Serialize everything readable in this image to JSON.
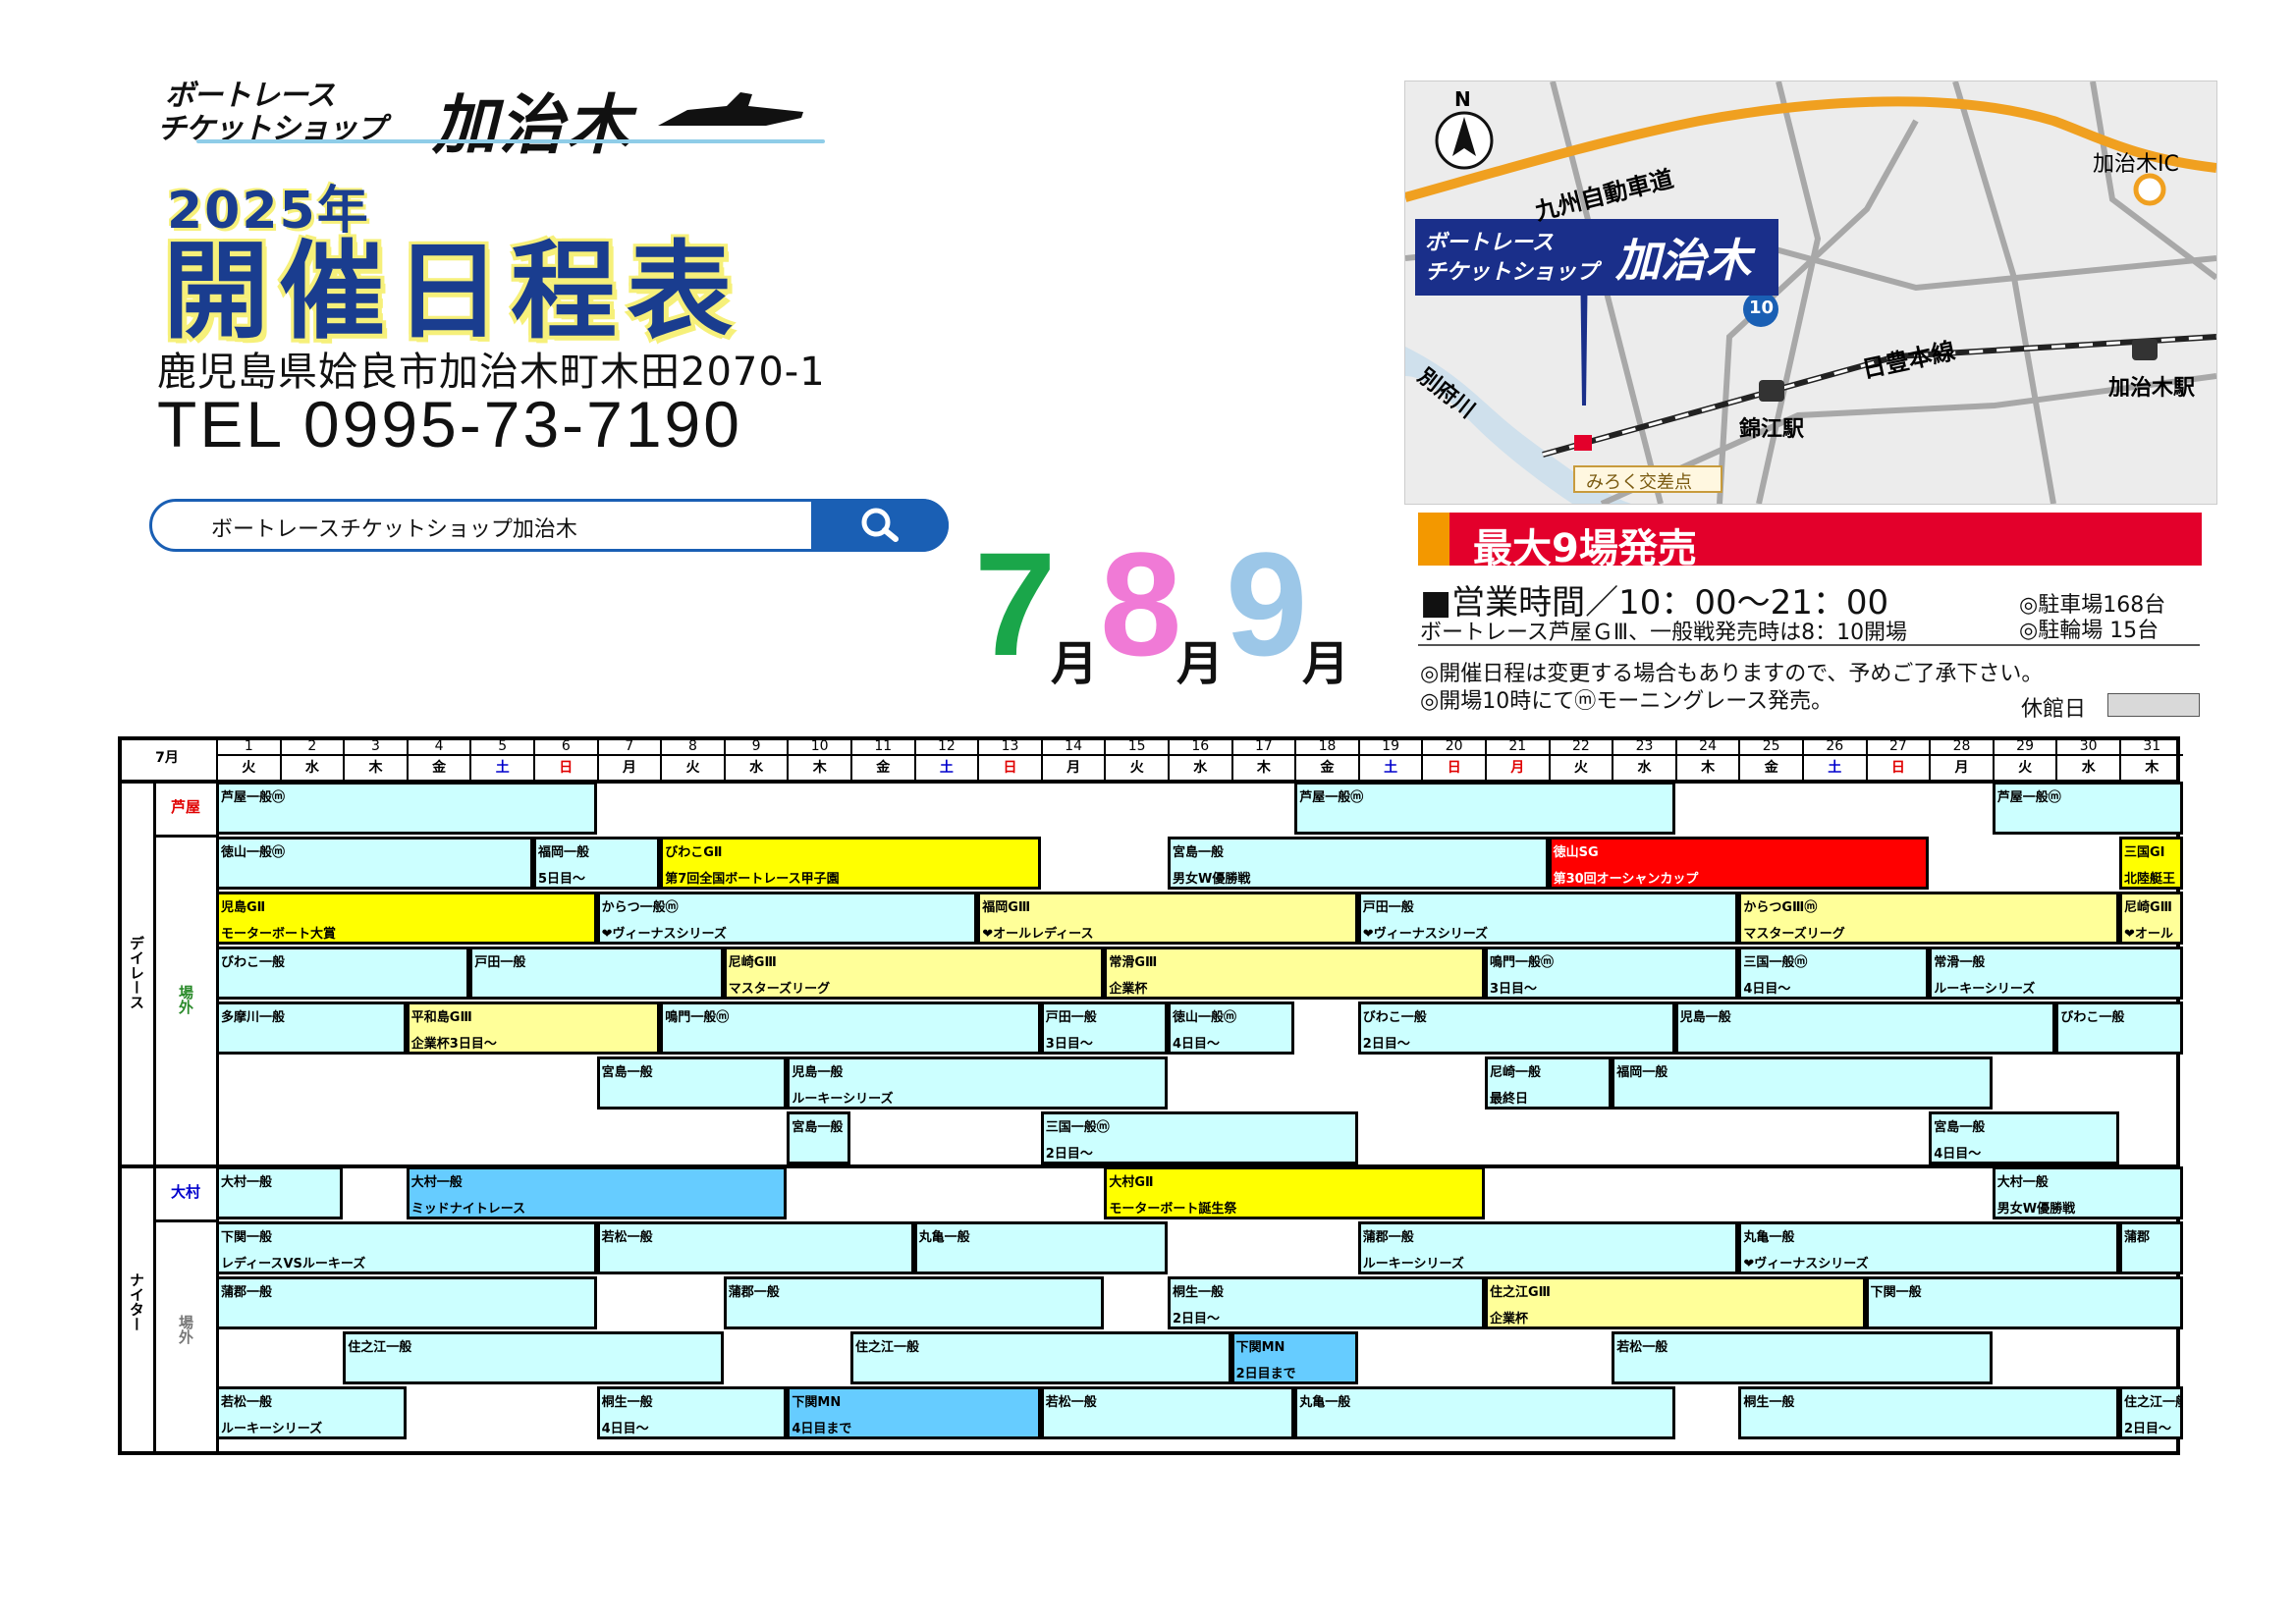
{
  "header": {
    "logo_line1": "ボートレース",
    "logo_line2": "チケットショップ",
    "logo_main": "加治木",
    "year": "2025年",
    "title": "開催日程表",
    "address": "鹿児島県姶良市加治木町木田2070-1",
    "tel": "TEL 0995-73-7190"
  },
  "search": {
    "query": "ボートレースチケットショップ加治木"
  },
  "months": {
    "m1": "7",
    "m2": "8",
    "m3": "9",
    "unit": "月",
    "colors": {
      "m1": "#1aa64a",
      "m2": "#f07ad6",
      "m3": "#9cc7e8"
    }
  },
  "map": {
    "north": "N",
    "highway": "九州自動車道",
    "ic": "加治木IC",
    "route": "10",
    "rail": "日豊本線",
    "river": "別府川",
    "station1": "錦江駅",
    "station2": "加治木駅",
    "crossing": "みろく交差点",
    "shop_line1": "ボートレース",
    "shop_line2": "チケットショップ",
    "shop_main": "加治木"
  },
  "info": {
    "banner": "最大9場発売",
    "hours": "■営業時間／10：00〜21：00",
    "note1": "ボートレース芦屋ＧⅢ、一般戦発売時は8：10開場",
    "parking_car": "◎駐車場168台",
    "parking_bike": "◎駐輪場 15台",
    "note2": "◎開催日程は変更する場合もありますので、予めご了承下さい。",
    "note3": "◎開場10時にてⓜモーニングレース発売。",
    "closed_label": "休館日"
  },
  "schedule": {
    "month_label": "7月",
    "days": [
      "1",
      "2",
      "3",
      "4",
      "5",
      "6",
      "7",
      "8",
      "9",
      "10",
      "11",
      "12",
      "13",
      "14",
      "15",
      "16",
      "17",
      "18",
      "19",
      "20",
      "21",
      "22",
      "23",
      "24",
      "25",
      "26",
      "27",
      "28",
      "29",
      "30",
      "31"
    ],
    "weekdays": [
      "火",
      "水",
      "木",
      "金",
      "土",
      "日",
      "月",
      "火",
      "水",
      "木",
      "金",
      "土",
      "日",
      "月",
      "火",
      "水",
      "木",
      "金",
      "土",
      "日",
      "月",
      "火",
      "水",
      "木",
      "金",
      "土",
      "日",
      "月",
      "火",
      "水",
      "木"
    ],
    "groups": [
      {
        "label": "デイレース",
        "color": "#000000"
      },
      {
        "label": "ナイター",
        "color": "#000000"
      }
    ],
    "sublabels": [
      {
        "label": "芦屋",
        "color": "#e00000"
      },
      {
        "label": "場外",
        "color": "#2a8a2a"
      },
      {
        "label": "大村",
        "color": "#0000cc"
      },
      {
        "label": "場外",
        "color": "#777777"
      }
    ],
    "rows": [
      [
        {
          "s": 1,
          "e": 6,
          "l1": "芦屋一般ⓜ",
          "l2": "",
          "c": "#ccffff"
        },
        {
          "s": 18,
          "e": 23,
          "l1": "芦屋一般ⓜ",
          "l2": "",
          "c": "#ccffff"
        },
        {
          "s": 29,
          "e": 31,
          "l1": "芦屋一般ⓜ",
          "l2": "",
          "c": "#ccffff"
        }
      ],
      [
        {
          "s": 1,
          "e": 5,
          "l1": "徳山一般ⓜ",
          "l2": "",
          "c": "#ccffff"
        },
        {
          "s": 6,
          "e": 7,
          "l1": "福岡一般",
          "l2": "5日目〜",
          "c": "#ccffff"
        },
        {
          "s": 8,
          "e": 13,
          "l1": "びわこGⅡ",
          "l2": "第7回全国ボートレース甲子園",
          "c": "#ffff00"
        },
        {
          "s": 16,
          "e": 21,
          "l1": "宮島一般",
          "l2": "男女W優勝戦",
          "c": "#ccffff"
        },
        {
          "s": 22,
          "e": 27,
          "l1": "徳山SG",
          "l2": "第30回オーシャンカップ",
          "c": "#ff0000",
          "fc": "#ffffff"
        },
        {
          "s": 31,
          "e": 31,
          "l1": "三国GⅠ",
          "l2": "北陸艇王",
          "c": "#ffff00"
        }
      ],
      [
        {
          "s": 1,
          "e": 6,
          "l1": "児島GⅡ",
          "l2": "モーターボート大賞",
          "c": "#ffff00"
        },
        {
          "s": 7,
          "e": 12,
          "l1": "からつ一般ⓜ",
          "l2": "❤ヴィーナスシリーズ",
          "c": "#ccffff"
        },
        {
          "s": 13,
          "e": 18,
          "l1": "福岡GⅢ",
          "l2": "❤オールレディース",
          "c": "#ffff99"
        },
        {
          "s": 19,
          "e": 24,
          "l1": "戸田一般",
          "l2": "❤ヴィーナスシリーズ",
          "c": "#ccffff"
        },
        {
          "s": 25,
          "e": 30,
          "l1": "からつGⅢⓜ",
          "l2": "マスターズリーグ",
          "c": "#ffff99"
        },
        {
          "s": 31,
          "e": 31,
          "l1": "尼崎GⅢ",
          "l2": "❤オール",
          "c": "#ffff99"
        }
      ],
      [
        {
          "s": 1,
          "e": 4,
          "l1": "びわこ一般",
          "l2": "",
          "c": "#ccffff"
        },
        {
          "s": 5,
          "e": 8,
          "l1": "戸田一般",
          "l2": "",
          "c": "#ccffff"
        },
        {
          "s": 9,
          "e": 14,
          "l1": "尼崎GⅢ",
          "l2": "マスターズリーグ",
          "c": "#ffff99"
        },
        {
          "s": 15,
          "e": 20,
          "l1": "常滑GⅢ",
          "l2": "企業杯",
          "c": "#ffff99"
        },
        {
          "s": 21,
          "e": 24,
          "l1": "鳴門一般ⓜ",
          "l2": "3日目〜",
          "c": "#ccffff"
        },
        {
          "s": 25,
          "e": 27,
          "l1": "三国一般ⓜ",
          "l2": "4日目〜",
          "c": "#ccffff"
        },
        {
          "s": 28,
          "e": 31,
          "l1": "常滑一般",
          "l2": "ルーキーシリーズ",
          "c": "#ccffff"
        }
      ],
      [
        {
          "s": 1,
          "e": 3,
          "l1": "多摩川一般",
          "l2": "",
          "c": "#ccffff"
        },
        {
          "s": 4,
          "e": 7,
          "l1": "平和島GⅢ",
          "l2": "企業杯3日目〜",
          "c": "#ffff99"
        },
        {
          "s": 8,
          "e": 13,
          "l1": "鳴門一般ⓜ",
          "l2": "",
          "c": "#ccffff"
        },
        {
          "s": 14,
          "e": 15,
          "l1": "戸田一般",
          "l2": "3日目〜",
          "c": "#ccffff"
        },
        {
          "s": 16,
          "e": 17,
          "l1": "徳山一般ⓜ",
          "l2": "4日目〜",
          "c": "#ccffff"
        },
        {
          "s": 19,
          "e": 23,
          "l1": "びわこ一般",
          "l2": "2日目〜",
          "c": "#ccffff"
        },
        {
          "s": 24,
          "e": 29,
          "l1": "児島一般",
          "l2": "",
          "c": "#ccffff"
        },
        {
          "s": 30,
          "e": 31,
          "l1": "びわこ一般",
          "l2": "",
          "c": "#ccffff"
        }
      ],
      [
        {
          "s": 7,
          "e": 9,
          "l1": "宮島一般",
          "l2": "",
          "c": "#ccffff"
        },
        {
          "s": 10,
          "e": 15,
          "l1": "児島一般",
          "l2": "ルーキーシリーズ",
          "c": "#ccffff"
        },
        {
          "s": 21,
          "e": 22,
          "l1": "尼崎一般",
          "l2": "最終日",
          "c": "#ccffff"
        },
        {
          "s": 23,
          "e": 28,
          "l1": "福岡一般",
          "l2": "",
          "c": "#ccffff"
        }
      ],
      [
        {
          "s": 10,
          "e": 10,
          "l1": "宮島一般",
          "l2": "",
          "c": "#ccffff"
        },
        {
          "s": 14,
          "e": 18,
          "l1": "三国一般ⓜ",
          "l2": "2日目〜",
          "c": "#ccffff"
        },
        {
          "s": 28,
          "e": 30,
          "l1": "宮島一般",
          "l2": "4日目〜",
          "c": "#ccffff"
        }
      ],
      [
        {
          "s": 1,
          "e": 2,
          "l1": "大村一般",
          "l2": "",
          "c": "#ccffff"
        },
        {
          "s": 4,
          "e": 9,
          "l1": "大村一般",
          "l2": "ミッドナイトレース",
          "c": "#66ccff"
        },
        {
          "s": 15,
          "e": 20,
          "l1": "大村GⅡ",
          "l2": "モーターボート誕生祭",
          "c": "#ffff00"
        },
        {
          "s": 29,
          "e": 31,
          "l1": "大村一般",
          "l2": "男女W優勝戦",
          "c": "#ccffff"
        }
      ],
      [
        {
          "s": 1,
          "e": 6,
          "l1": "下関一般",
          "l2": "レディースVSルーキーズ",
          "c": "#ccffff"
        },
        {
          "s": 7,
          "e": 11,
          "l1": "若松一般",
          "l2": "",
          "c": "#ccffff"
        },
        {
          "s": 12,
          "e": 15,
          "l1": "丸亀一般",
          "l2": "",
          "c": "#ccffff"
        },
        {
          "s": 19,
          "e": 24,
          "l1": "蒲郡一般",
          "l2": "ルーキーシリーズ",
          "c": "#ccffff"
        },
        {
          "s": 25,
          "e": 30,
          "l1": "丸亀一般",
          "l2": "❤ヴィーナスシリーズ",
          "c": "#ccffff"
        },
        {
          "s": 31,
          "e": 31,
          "l1": "蒲郡",
          "l2": "",
          "c": "#ccffff"
        }
      ],
      [
        {
          "s": 1,
          "e": 6,
          "l1": "蒲郡一般",
          "l2": "",
          "c": "#ccffff"
        },
        {
          "s": 9,
          "e": 14,
          "l1": "蒲郡一般",
          "l2": "",
          "c": "#ccffff"
        },
        {
          "s": 16,
          "e": 20,
          "l1": "桐生一般",
          "l2": "2日目〜",
          "c": "#ccffff"
        },
        {
          "s": 21,
          "e": 26,
          "l1": "住之江GⅢ",
          "l2": "企業杯",
          "c": "#ffff99"
        },
        {
          "s": 27,
          "e": 31,
          "l1": "下関一般",
          "l2": "",
          "c": "#ccffff"
        }
      ],
      [
        {
          "s": 3,
          "e": 8,
          "l1": "住之江一般",
          "l2": "",
          "c": "#ccffff"
        },
        {
          "s": 11,
          "e": 16,
          "l1": "住之江一般",
          "l2": "",
          "c": "#ccffff"
        },
        {
          "s": 17,
          "e": 18,
          "l1": "下関MN",
          "l2": "2日目まで",
          "c": "#66ccff"
        },
        {
          "s": 23,
          "e": 28,
          "l1": "若松一般",
          "l2": "",
          "c": "#ccffff"
        }
      ],
      [
        {
          "s": 1,
          "e": 3,
          "l1": "若松一般",
          "l2": "ルーキーシリーズ",
          "c": "#ccffff"
        },
        {
          "s": 7,
          "e": 9,
          "l1": "桐生一般",
          "l2": "4日目〜",
          "c": "#ccffff"
        },
        {
          "s": 10,
          "e": 13,
          "l1": "下関MN",
          "l2": "4日目まで",
          "c": "#66ccff"
        },
        {
          "s": 14,
          "e": 17,
          "l1": "若松一般",
          "l2": "",
          "c": "#ccffff"
        },
        {
          "s": 18,
          "e": 23,
          "l1": "丸亀一般",
          "l2": "",
          "c": "#ccffff"
        },
        {
          "s": 25,
          "e": 30,
          "l1": "桐生一般",
          "l2": "",
          "c": "#ccffff"
        },
        {
          "s": 31,
          "e": 31,
          "l1": "住之江一般",
          "l2": "2日目〜",
          "c": "#ccffff"
        }
      ]
    ]
  }
}
